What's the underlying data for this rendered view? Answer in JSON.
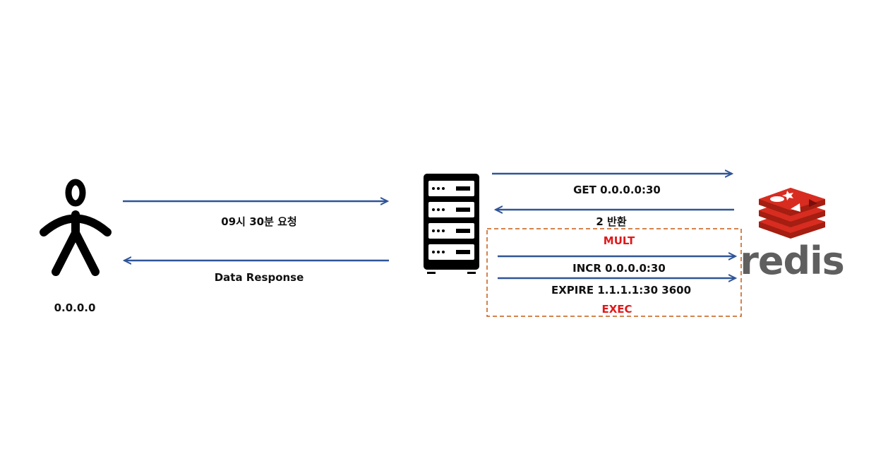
{
  "actors": {
    "client_label": "0.0.0.0",
    "redis_logo_text": "redis"
  },
  "messages": {
    "request": "09시 30분 요청",
    "response": "Data Response",
    "get": "GET 0.0.0.0:30",
    "get_return": "2 반환",
    "multi": "MULT",
    "incr": "INCR 0.0.0.0:30",
    "expire": "EXPIRE 1.1.1.1:30 3600",
    "exec": "EXEC"
  },
  "colors": {
    "arrow": "#2f5597",
    "transaction_border": "#c55a11",
    "highlight_text": "#e0181a",
    "redis_red": "#d82c20",
    "redis_gray": "#5f5f5f"
  }
}
